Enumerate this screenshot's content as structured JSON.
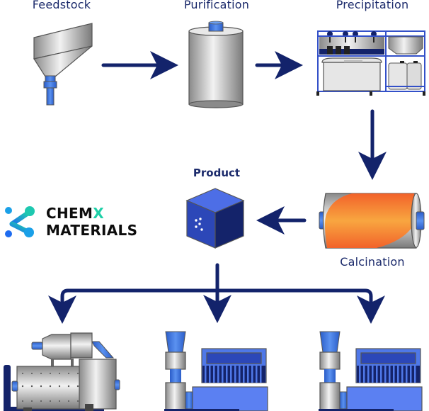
{
  "stages": {
    "feedstock": "Feedstock",
    "purification": "Purification",
    "precipitation": "Precipitation",
    "calcination": "Calcination",
    "product": "Product"
  },
  "logo": {
    "line1_main": "CHEM",
    "line1_accent": "X",
    "line2": "MATERIALS"
  },
  "colors": {
    "arrow": "#13236b",
    "label": "#1b2a6b",
    "blue_pipe": "#3a72d8",
    "steel": "#b8b8b8",
    "cube_front": "#2c47b8",
    "cube_top": "#4d6ee6",
    "cube_side": "#14236a",
    "kiln_orange": "#f58233",
    "logo_accent": "#1fd0a8"
  }
}
